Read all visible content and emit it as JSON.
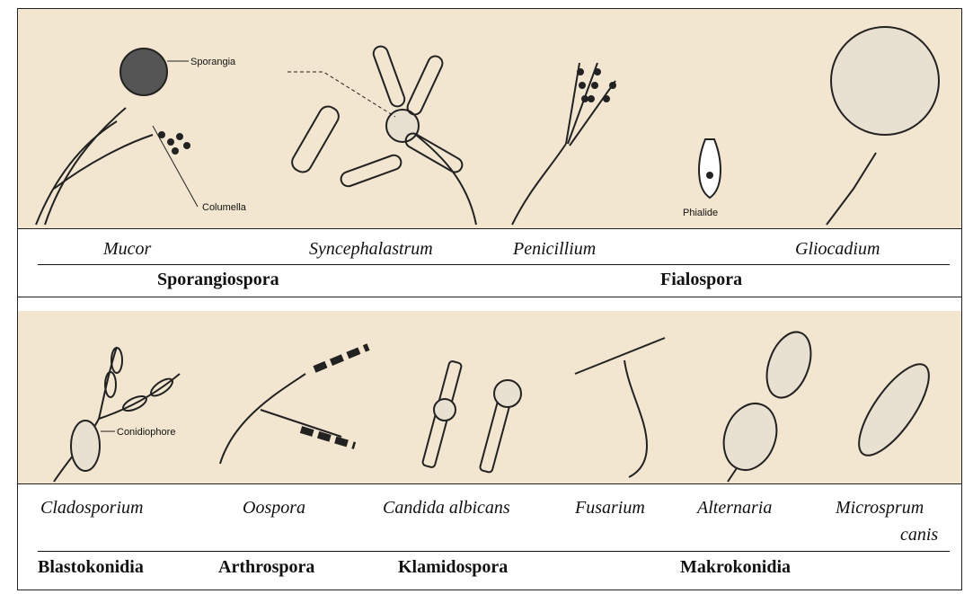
{
  "top_panel": {
    "labels": {
      "sporangia": "Sporangia",
      "columella": "Columella",
      "phialide": "Phialide"
    },
    "species": [
      "Mucor",
      "Syncephalastrum",
      "Penicillium",
      "Gliocadium"
    ],
    "categories": [
      "Sporangiospora",
      "Fialospora"
    ]
  },
  "bottom_panel": {
    "labels": {
      "conidiophore": "Conidiophore"
    },
    "species": [
      "Cladosporium",
      "Oospora",
      "Candida albicans",
      "Fusarium",
      "Alternaria",
      "Microsprum",
      "canis"
    ],
    "categories": [
      "Blastokonidia",
      "Arthrospora",
      "Klamidospora",
      "Makrokonidia"
    ]
  },
  "colors": {
    "panel_background": "#f3e6d0",
    "ink": "#111111"
  }
}
